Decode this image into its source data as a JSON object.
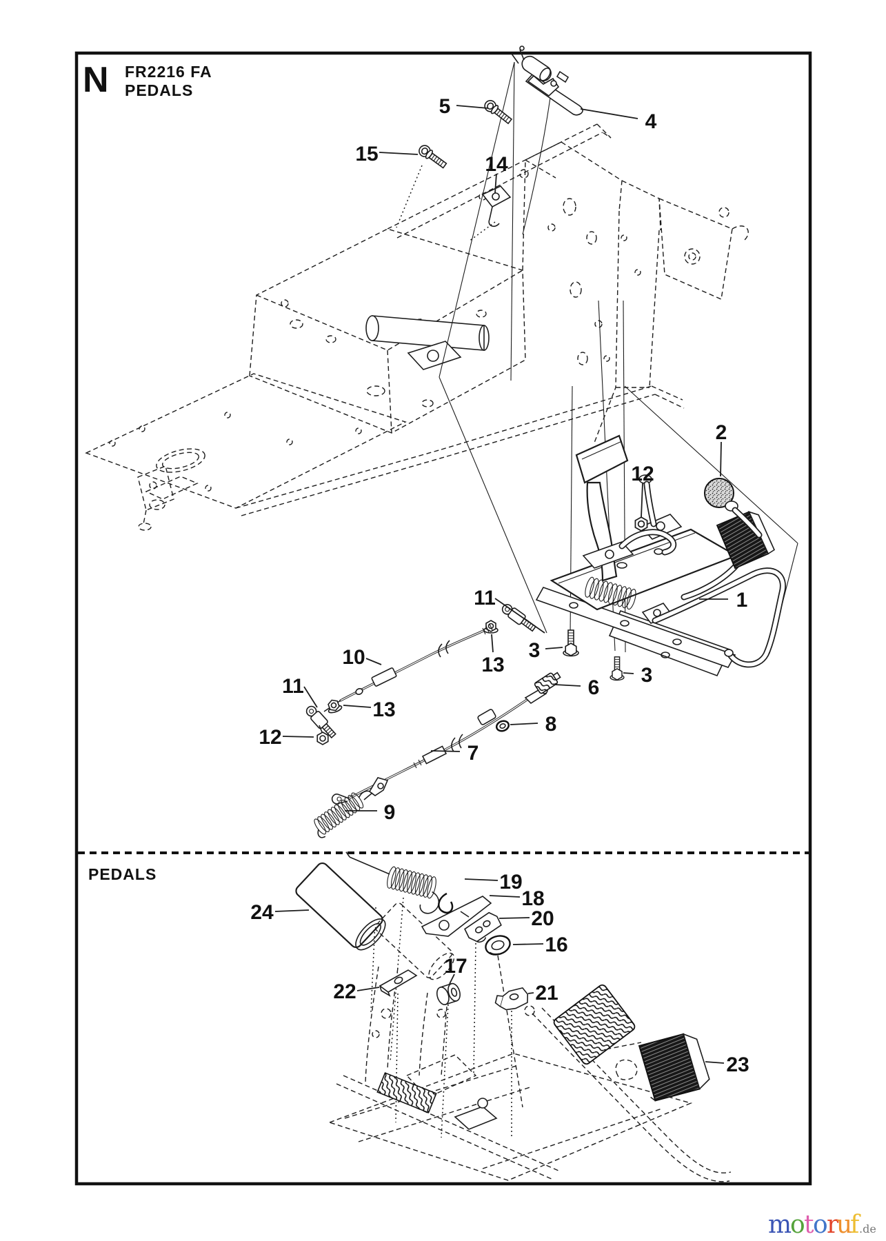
{
  "header": {
    "section_letter": "N",
    "model": "FR2216 FA",
    "title": "PEDALS"
  },
  "lower_section": {
    "title": "PEDALS"
  },
  "diagram": {
    "upper_labels": [
      {
        "text": "5"
      },
      {
        "text": "15"
      },
      {
        "text": "14"
      },
      {
        "text": "4"
      },
      {
        "text": "2"
      },
      {
        "text": "12"
      },
      {
        "text": "1"
      },
      {
        "text": "11"
      },
      {
        "text": "3"
      },
      {
        "text": "3"
      },
      {
        "text": "13"
      },
      {
        "text": "10"
      },
      {
        "text": "11"
      },
      {
        "text": "13"
      },
      {
        "text": "12"
      },
      {
        "text": "6"
      },
      {
        "text": "8"
      },
      {
        "text": "7"
      },
      {
        "text": "9"
      }
    ],
    "lower_labels": [
      {
        "text": "24"
      },
      {
        "text": "19"
      },
      {
        "text": "18"
      },
      {
        "text": "20"
      },
      {
        "text": "16"
      },
      {
        "text": "17"
      },
      {
        "text": "22"
      },
      {
        "text": "21"
      },
      {
        "text": "23"
      }
    ]
  },
  "branding": {
    "letters": [
      {
        "char": "m",
        "color": "#3b55b5"
      },
      {
        "char": "o",
        "color": "#55a33b"
      },
      {
        "char": "t",
        "color": "#df5fae"
      },
      {
        "char": "o",
        "color": "#4276c9"
      },
      {
        "char": "r",
        "color": "#e2442a"
      },
      {
        "char": "u",
        "color": "#ee8f2d"
      },
      {
        "char": "f",
        "color": "#edbd31"
      }
    ],
    "suffix": ".de"
  }
}
